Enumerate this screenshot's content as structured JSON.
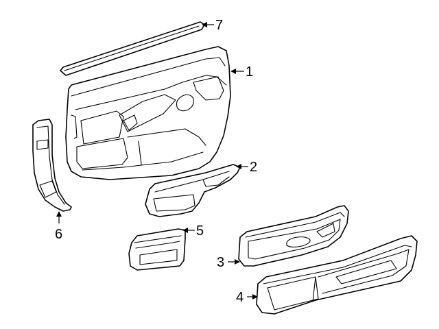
{
  "diagram": {
    "callouts": [
      {
        "id": "1",
        "label": "1"
      },
      {
        "id": "2",
        "label": "2"
      },
      {
        "id": "3",
        "label": "3"
      },
      {
        "id": "4",
        "label": "4"
      },
      {
        "id": "5",
        "label": "5"
      },
      {
        "id": "6",
        "label": "6"
      },
      {
        "id": "7",
        "label": "7"
      }
    ],
    "colors": {
      "stroke": "#000000",
      "background": "#ffffff"
    }
  }
}
